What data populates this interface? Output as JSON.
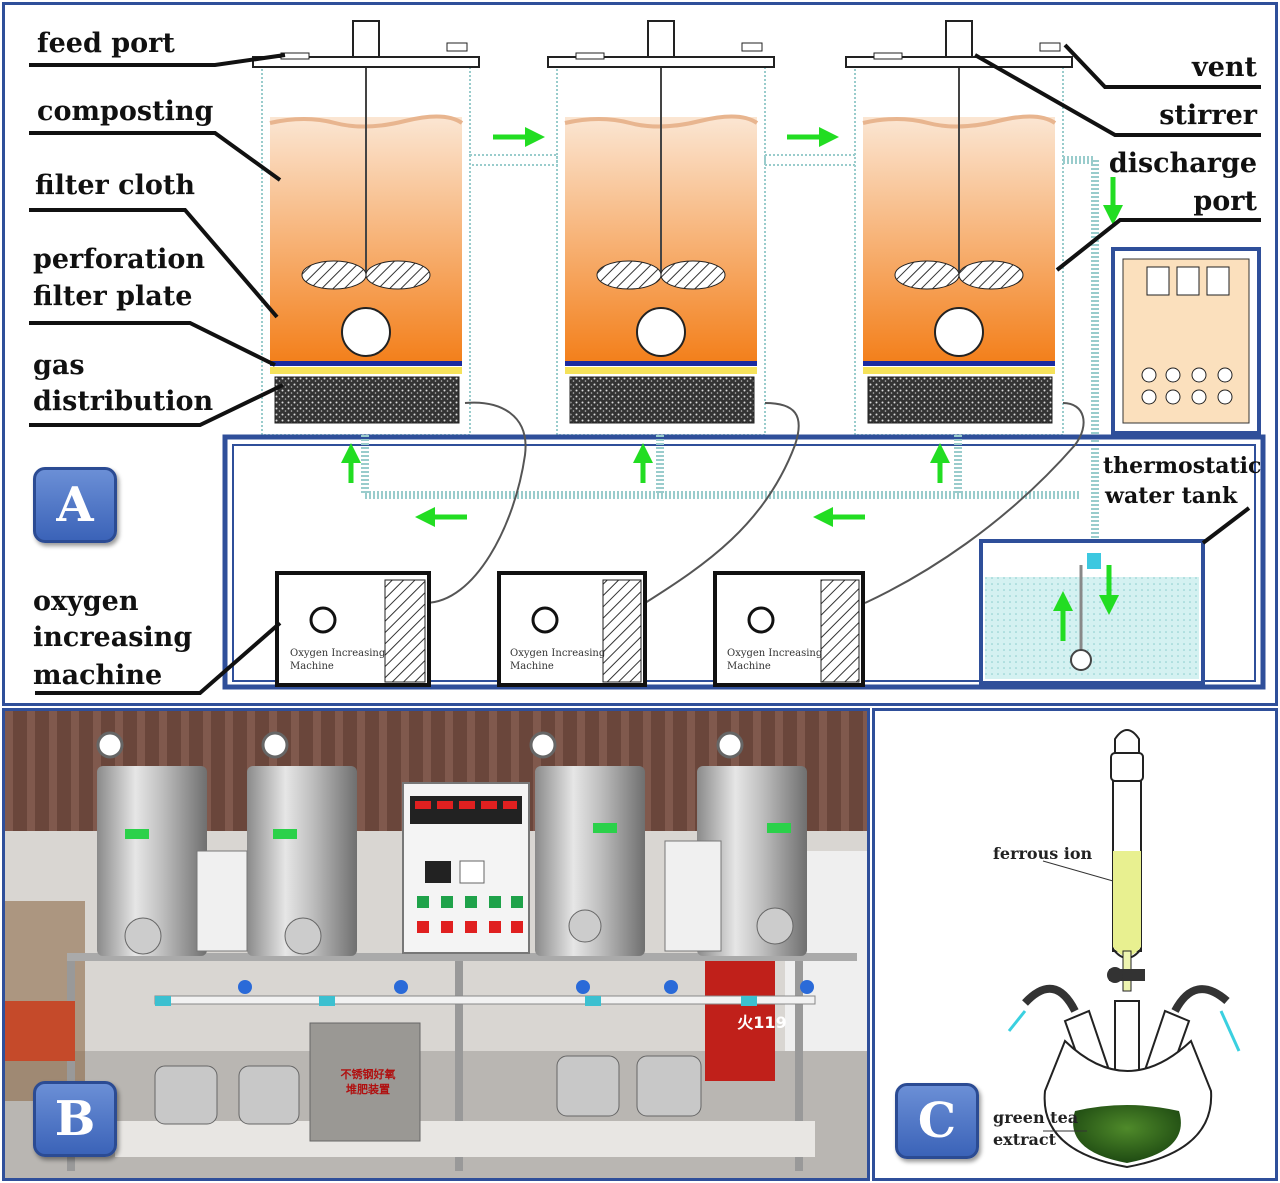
{
  "panel_a": {
    "badge": "A",
    "labels": {
      "feed_port": "feed port",
      "composting": "composting",
      "filter_cloth": "filter cloth",
      "perforation_line1": "perforation",
      "perforation_line2": "filter plate",
      "gas_line1": "gas",
      "gas_line2": "distribution",
      "oxygen_line1": "oxygen",
      "oxygen_line2": "increasing",
      "oxygen_line3": "machine",
      "vent": "vent",
      "stirrer": "stirrer",
      "discharge_line1": "discharge",
      "discharge_line2": "port",
      "tank_line1": "thermostatic",
      "tank_line2": "water tank"
    },
    "machines": [
      {
        "line1": "Oxygen Increasing",
        "line2": "Machine"
      },
      {
        "line1": "Oxygen Increasing",
        "line2": "Machine"
      },
      {
        "line1": "Oxygen Increasing",
        "line2": "Machine"
      }
    ],
    "colors": {
      "arrow": "#22dd22",
      "frame": "#2f4f9a",
      "compost_top": "#fbe3cf",
      "compost_bottom": "#f37f1a"
    }
  },
  "panel_b": {
    "badge": "B",
    "box_text_line1": "不锈钢好氧",
    "box_text_line2": "堆肥装置",
    "extinguisher_text": "火119"
  },
  "panel_c": {
    "badge": "C",
    "ferrous_label": "ferrous ion",
    "green_tea_line1": "green tea",
    "green_tea_line2": "extract"
  }
}
